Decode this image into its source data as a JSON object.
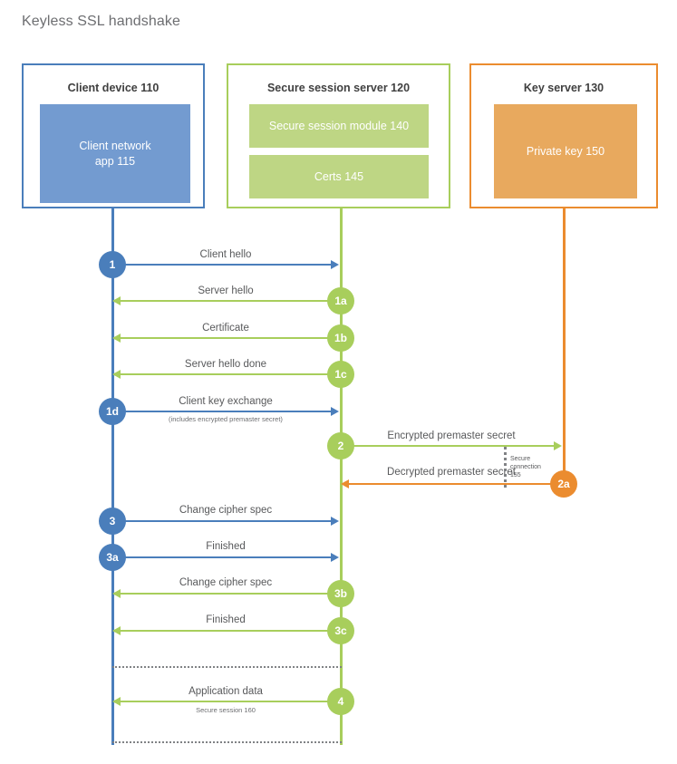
{
  "title": "Keyless SSL handshake",
  "colors": {
    "blue": "#4a7ebb",
    "blue_fill": "#739bd0",
    "green": "#a8ce5c",
    "green_fill": "#bed684",
    "orange": "#eb8c2f",
    "orange_fill": "#e8a95e",
    "text": "#58595b",
    "dotted": "#808285"
  },
  "actors": [
    {
      "id": "client-device",
      "title": "Client device 110",
      "accent": "#4a7ebb",
      "inner": [
        {
          "label": "Client network\napp 115",
          "fill": "#739bd0"
        }
      ]
    },
    {
      "id": "secure-session-server",
      "title": "Secure session server 120",
      "accent": "#a8ce5c",
      "inner": [
        {
          "label": "Secure session module 140",
          "fill": "#bed684"
        },
        {
          "label": "Certs 145",
          "fill": "#bed684"
        }
      ]
    },
    {
      "id": "key-server",
      "title": "Key server 130",
      "accent": "#eb8c2f",
      "inner": [
        {
          "label": "Private key 150",
          "fill": "#e8a95e"
        }
      ]
    }
  ],
  "messages": [
    {
      "step": "1",
      "label": "Client hello",
      "sublabel": "",
      "from": "client",
      "to": "server",
      "color": "#4a7ebb"
    },
    {
      "step": "1a",
      "label": "Server hello",
      "sublabel": "",
      "from": "server",
      "to": "client",
      "color": "#a8ce5c"
    },
    {
      "step": "1b",
      "label": "Certificate",
      "sublabel": "",
      "from": "server",
      "to": "client",
      "color": "#a8ce5c"
    },
    {
      "step": "1c",
      "label": "Server hello done",
      "sublabel": "",
      "from": "server",
      "to": "client",
      "color": "#a8ce5c"
    },
    {
      "step": "1d",
      "label": "Client key exchange",
      "sublabel": "(includes encrypted premaster secret)",
      "from": "client",
      "to": "server",
      "color": "#4a7ebb"
    },
    {
      "step": "2",
      "label": "Encrypted premaster secret",
      "sublabel": "",
      "from": "server",
      "to": "key",
      "color": "#a8ce5c"
    },
    {
      "step": "2a",
      "label": "Decrypted premaster secret",
      "sublabel": "",
      "from": "key",
      "to": "server",
      "color": "#eb8c2f"
    },
    {
      "step": "3",
      "label": "Change cipher spec",
      "sublabel": "",
      "from": "client",
      "to": "server",
      "color": "#4a7ebb"
    },
    {
      "step": "3a",
      "label": "Finished",
      "sublabel": "",
      "from": "client",
      "to": "server",
      "color": "#4a7ebb"
    },
    {
      "step": "3b",
      "label": "Change cipher spec",
      "sublabel": "",
      "from": "server",
      "to": "client",
      "color": "#a8ce5c"
    },
    {
      "step": "3c",
      "label": "Finished",
      "sublabel": "",
      "from": "server",
      "to": "client",
      "color": "#a8ce5c"
    },
    {
      "step": "4",
      "label": "Application data",
      "sublabel": "Secure session 160",
      "from": "server",
      "to": "client",
      "color": "#a8ce5c"
    }
  ],
  "annotations": {
    "secure_connection": "Secure\nconnection\n155"
  }
}
